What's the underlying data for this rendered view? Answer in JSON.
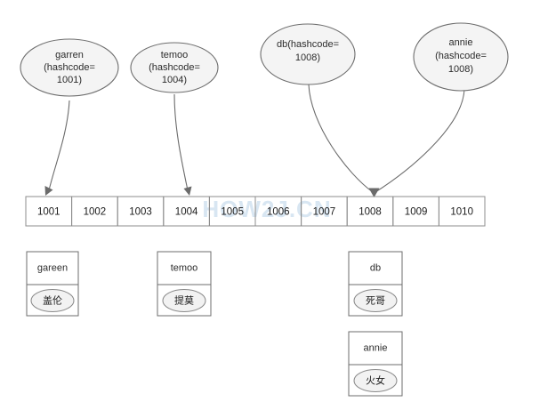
{
  "diagram": {
    "title": "HashMap hashcode bucket diagram",
    "background_color": "#ffffff",
    "stroke_color": "#6b6b6b",
    "ellipse_fill": "#f4f4f4",
    "watermark": {
      "text": "HOW2J.CN",
      "color": "#d8e6f2"
    },
    "hash_nodes": [
      {
        "id": "garren",
        "line1": "garren",
        "line2": "(hashcode=",
        "line3": "1001)",
        "target_cell": "1001"
      },
      {
        "id": "temoo",
        "line1": "temoo",
        "line2": "(hashcode=",
        "line3": "1004)",
        "target_cell": "1004"
      },
      {
        "id": "db",
        "line1": "db(hashcode=",
        "line2": "1008)",
        "line3": "",
        "target_cell": "1008"
      },
      {
        "id": "annie",
        "line1": "annie",
        "line2": "(hashcode=",
        "line3": "1008)",
        "target_cell": "1008"
      }
    ],
    "array": {
      "name": "bucket-array",
      "cells": [
        "1001",
        "1002",
        "1003",
        "1004",
        "1005",
        "1006",
        "1007",
        "1008",
        "1009",
        "1010"
      ]
    },
    "entry_boxes": [
      {
        "id": "gareen",
        "key": "gareen",
        "value": "盖伦"
      },
      {
        "id": "temoo",
        "key": "temoo",
        "value": "提莫"
      },
      {
        "id": "db",
        "key": "db",
        "value": "死哥"
      },
      {
        "id": "annie",
        "key": "annie",
        "value": "火女"
      }
    ]
  }
}
